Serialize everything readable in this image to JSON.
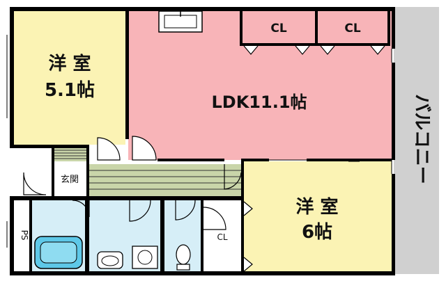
{
  "rooms": {
    "western_room_a": {
      "line1": "洋 室",
      "line2": "5.1帖"
    },
    "ldk": {
      "label": "LDK11.1帖"
    },
    "western_room_b": {
      "line1": "洋 室",
      "line2": "6帖"
    },
    "closet_1": {
      "label": "CL"
    },
    "closet_2": {
      "label": "CL"
    },
    "closet_3": {
      "label": "CL"
    },
    "entrance": {
      "label": "玄関"
    },
    "pipe_space": {
      "label": "PS"
    },
    "balcony": {
      "label": "バルコニー"
    }
  },
  "colors": {
    "western_room": "#fbf3b4",
    "ldk": "#f8b4b8",
    "bath": "#d6eef7",
    "balcony": "#d0d0d0",
    "corridor": "#c9d5a9",
    "wall": "#000000"
  }
}
